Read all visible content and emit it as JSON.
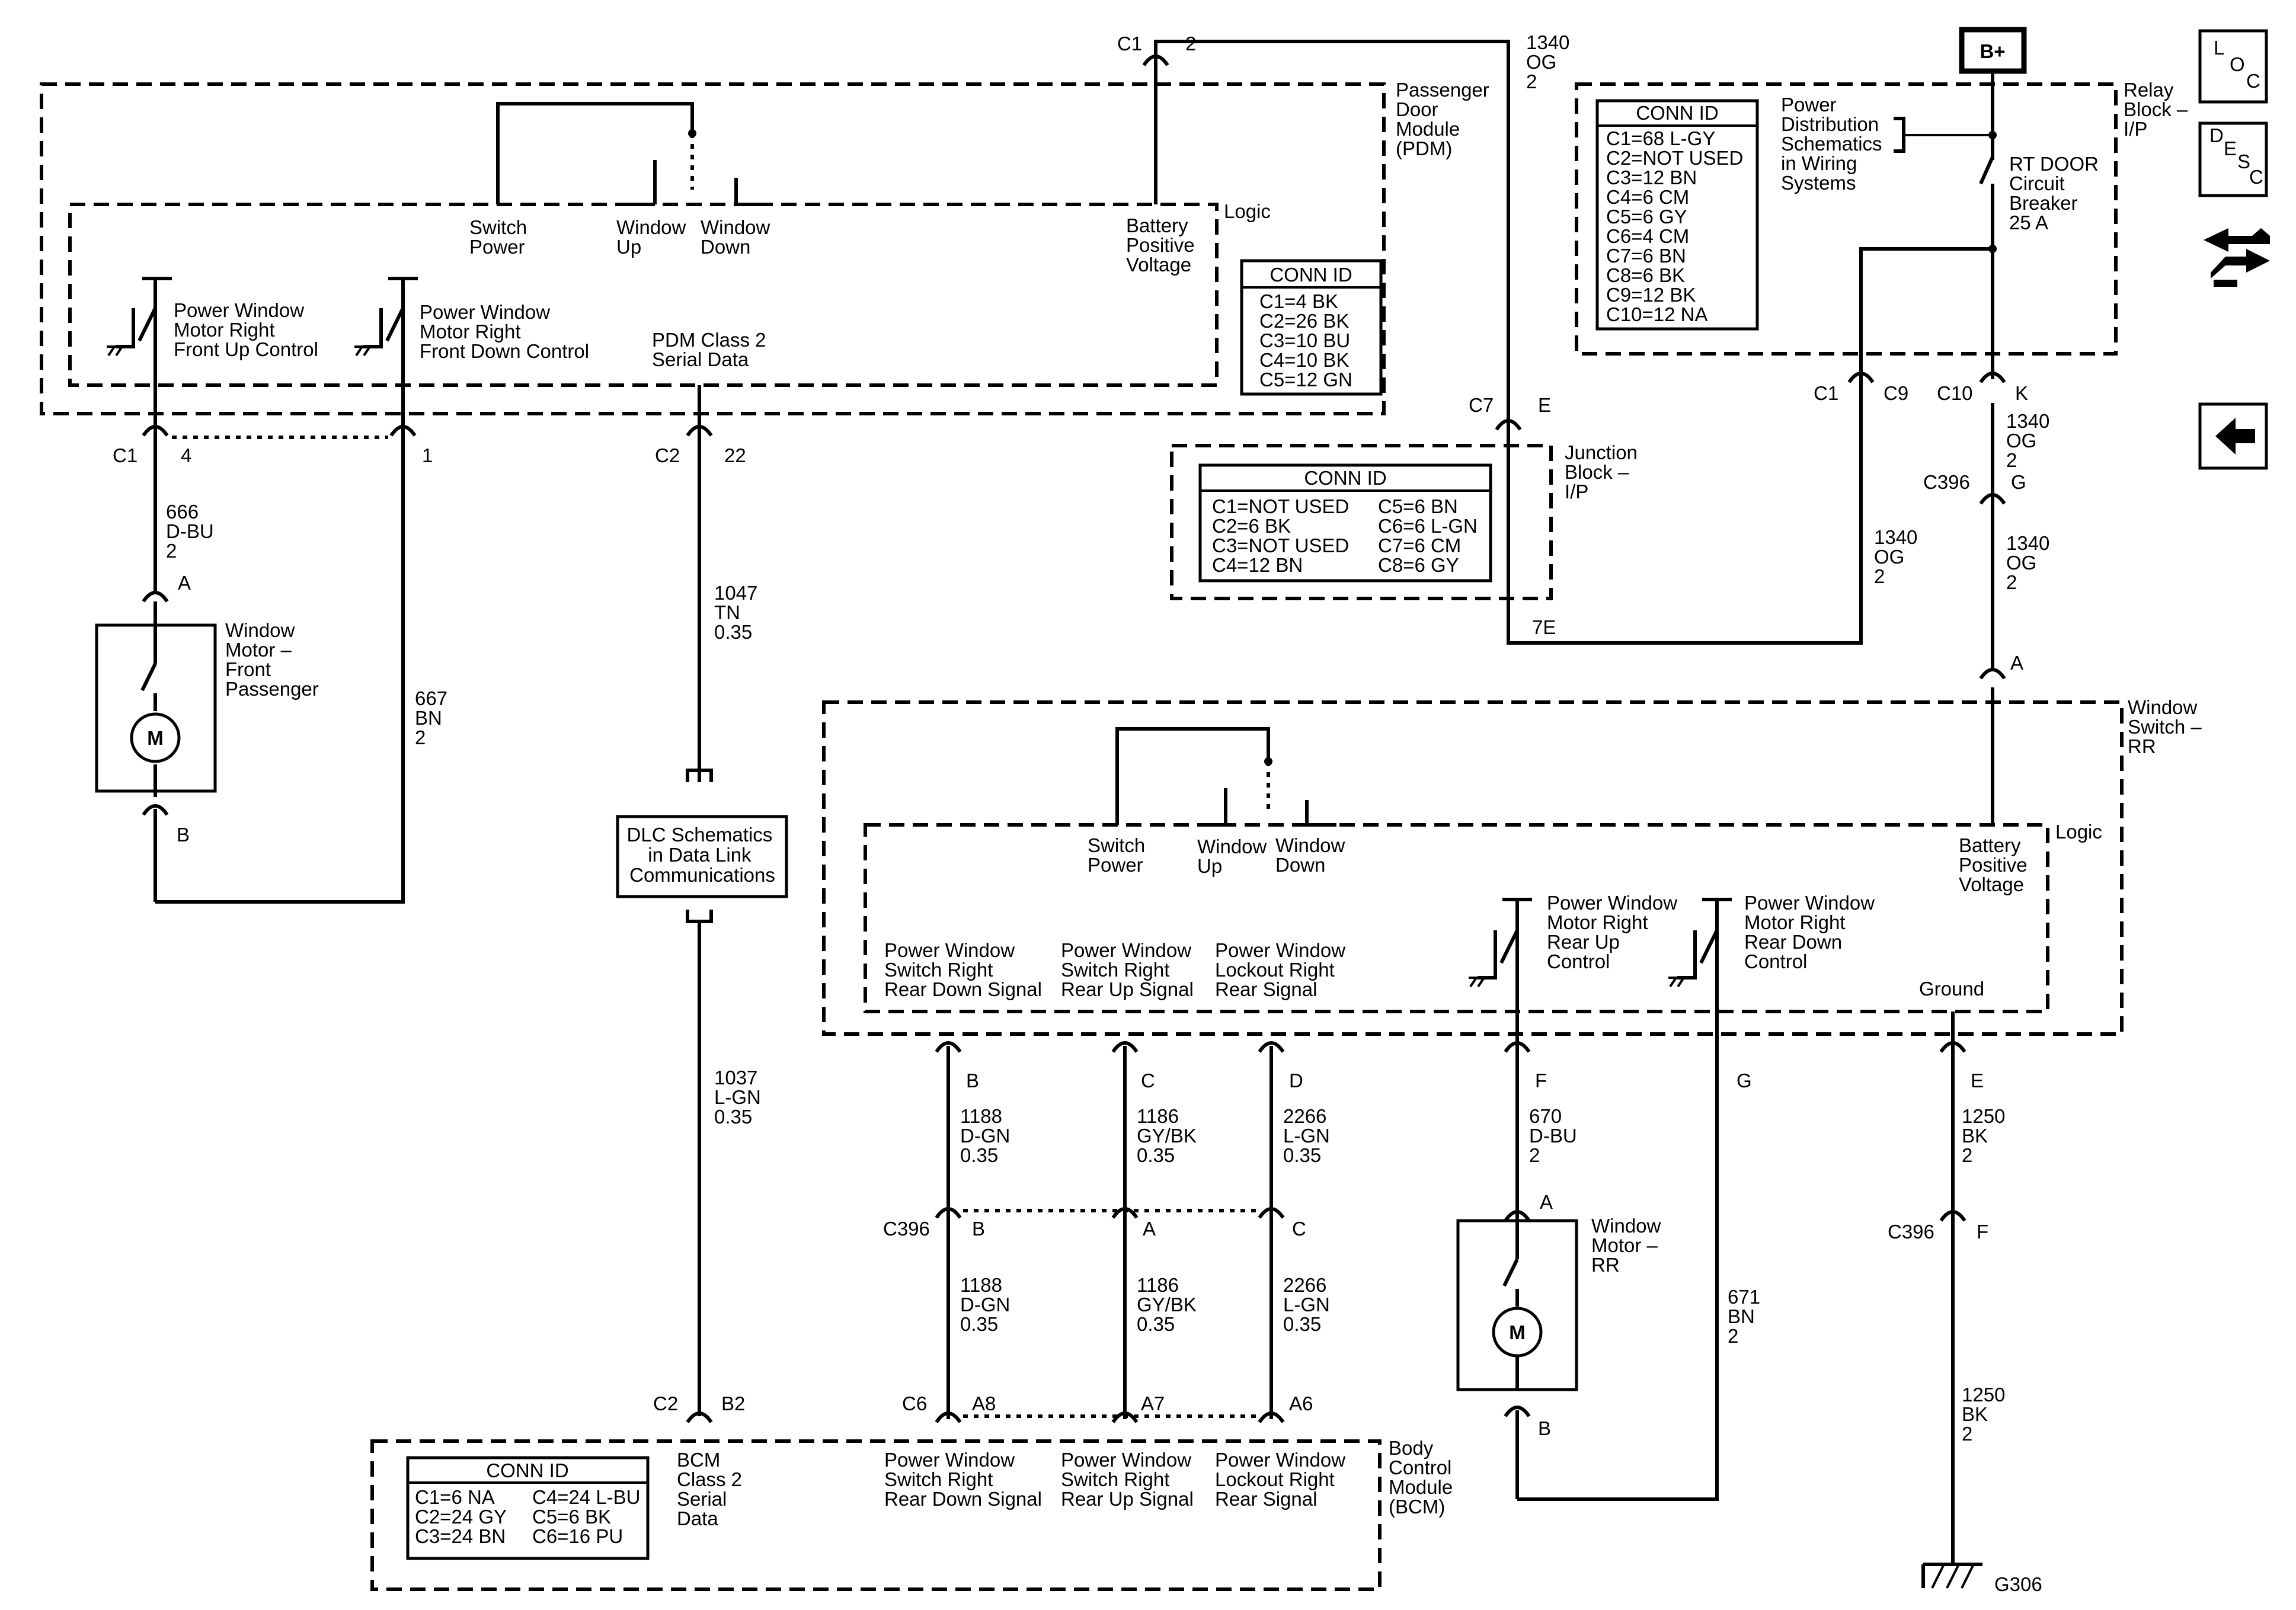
{
  "modules": {
    "pdm": [
      "Passenger",
      "Door",
      "Module",
      "(PDM)"
    ],
    "relay_block": [
      "Relay",
      "Block –",
      "I/P"
    ],
    "junction_block": [
      "Junction",
      "Block –",
      "I/P"
    ],
    "window_switch_rr": [
      "Window",
      "Switch –",
      "RR"
    ],
    "bcm": [
      "Body",
      "Control",
      "Module",
      "(BCM)"
    ],
    "motor_front": [
      "Window",
      "Motor –",
      "Front",
      "Passenger"
    ],
    "motor_rr": [
      "Window",
      "Motor –",
      "RR"
    ]
  },
  "logic_label": "Logic",
  "pdm_logic": {
    "switch_power": [
      "Switch",
      "Power"
    ],
    "window_up": [
      "Window",
      "Up"
    ],
    "window_down": [
      "Window",
      "Down"
    ],
    "battery_positive": [
      "Battery",
      "Positive",
      "Voltage"
    ],
    "up_control": [
      "Power Window",
      "Motor Right",
      "Front Up Control"
    ],
    "down_control": [
      "Power Window",
      "Motor Right",
      "Front Down Control"
    ],
    "class2": [
      "PDM Class 2",
      "Serial Data"
    ]
  },
  "rr_logic": {
    "switch_power": [
      "Switch",
      "Power"
    ],
    "window_up": [
      "Window",
      "Up"
    ],
    "window_down": [
      "Window",
      "Down"
    ],
    "battery_positive": [
      "Battery",
      "Positive",
      "Voltage"
    ],
    "rear_up_control": [
      "Power Window",
      "Motor Right",
      "Rear Up",
      "Control"
    ],
    "rear_down_control": [
      "Power Window",
      "Motor Right",
      "Rear Down",
      "Control"
    ],
    "down_signal": [
      "Power Window",
      "Switch Right",
      "Rear Down Signal"
    ],
    "up_signal": [
      "Power Window",
      "Switch Right",
      "Rear Up Signal"
    ],
    "lockout_signal": [
      "Power Window",
      "Lockout Right",
      "Rear Signal"
    ],
    "ground": "Ground"
  },
  "bcm_signals": {
    "class2": [
      "BCM",
      "Class 2",
      "Serial",
      "Data"
    ],
    "down_signal": [
      "Power Window",
      "Switch Right",
      "Rear Down Signal"
    ],
    "up_signal": [
      "Power Window",
      "Switch Right",
      "Rear Up Signal"
    ],
    "lockout_signal": [
      "Power Window",
      "Lockout Right",
      "Rear Signal"
    ]
  },
  "conn_tables": {
    "pdm": {
      "title": "CONN ID",
      "rows": [
        "C1=4 BK",
        "C2=26 BK",
        "C3=10 BU",
        "C4=10 BK",
        "C5=12 GN"
      ]
    },
    "relay": {
      "title": "CONN ID",
      "rows": [
        "C1=68 L-GY",
        "C2=NOT USED",
        "C3=12 BN",
        "C4=6 CM",
        "C5=6 GY",
        "C6=4 CM",
        "C7=6 BN",
        "C8=6 BK",
        "C9=12 BK",
        "C10=12 NA"
      ]
    },
    "junction": {
      "title": "CONN ID",
      "left": [
        "C1=NOT USED",
        "C2=6 BK",
        "C3=NOT USED",
        "C4=12 BN"
      ],
      "right": [
        "C5=6 BN",
        "C6=6 L-GN",
        "C7=6 CM",
        "C8=6 GY"
      ]
    },
    "bcm": {
      "title": "CONN ID",
      "left": [
        "C1=6 NA",
        "C2=24 GY",
        "C3=24 BN"
      ],
      "right": [
        "C4=24 L-BU",
        "C5=6 BK",
        "C6=16 PU"
      ]
    }
  },
  "power": {
    "b_plus": "B+",
    "distribution": [
      "Power",
      "Distribution",
      "Schematics",
      "in Wiring",
      "Systems"
    ],
    "breaker": [
      "RT DOOR",
      "Circuit",
      "Breaker",
      "25 A"
    ]
  },
  "dlc_box": [
    "DLC Schematics",
    "in Data Link",
    "Communications"
  ],
  "connectors": {
    "c1_top": "C1",
    "pin_2_top": "2",
    "c1_pdm": "C1",
    "pin_4": "4",
    "pin_1": "1",
    "c2_pdm": "C2",
    "pin_22": "22",
    "pin_a_front": "A",
    "pin_b_front": "B",
    "c7": "C7",
    "pin_e_c7": "E",
    "splice_7e": "7E",
    "c1_relay": "C1",
    "c9": "C9",
    "c10": "C10",
    "pin_k": "K",
    "c396_g": "C396",
    "pin_g": "G",
    "pin_a_switch": "A",
    "pin_b_sw": "B",
    "pin_c_sw": "C",
    "pin_d_sw": "D",
    "pin_f_sw": "F",
    "pin_g_sw": "G",
    "pin_e_sw": "E",
    "c396_mid": "C396",
    "pin_b_mid": "B",
    "pin_a_mid": "A",
    "pin_c_mid": "C",
    "pin_a_rr": "A",
    "pin_b_rr": "B",
    "c396_f": "C396",
    "pin_f": "F",
    "c2_bcm": "C2",
    "pin_b2": "B2",
    "c6_bcm": "C6",
    "pin_a8": "A8",
    "pin_a7": "A7",
    "pin_a6": "A6",
    "ground": "G306"
  },
  "wires": {
    "w1340_top": [
      "1340",
      "OG",
      "2"
    ],
    "w666": [
      "666",
      "D-BU",
      "2"
    ],
    "w667": [
      "667",
      "BN",
      "2"
    ],
    "w1047": [
      "1047",
      "TN",
      "0.35"
    ],
    "w1037": [
      "1037",
      "L-GN",
      "0.35"
    ],
    "w1340_c10": [
      "1340",
      "OG",
      "2"
    ],
    "w1340_c9": [
      "1340",
      "OG",
      "2"
    ],
    "w1340_g": [
      "1340",
      "OG",
      "2"
    ],
    "w1188_a": [
      "1188",
      "D-GN",
      "0.35"
    ],
    "w1186_a": [
      "1186",
      "GY/BK",
      "0.35"
    ],
    "w2266_a": [
      "2266",
      "L-GN",
      "0.35"
    ],
    "w1188_b": [
      "1188",
      "D-GN",
      "0.35"
    ],
    "w1186_b": [
      "1186",
      "GY/BK",
      "0.35"
    ],
    "w2266_b": [
      "2266",
      "L-GN",
      "0.35"
    ],
    "w670": [
      "670",
      "D-BU",
      "2"
    ],
    "w671": [
      "671",
      "BN",
      "2"
    ],
    "w1250_e": [
      "1250",
      "BK",
      "2"
    ],
    "w1250_f": [
      "1250",
      "BK",
      "2"
    ]
  },
  "motor_symbol": "M",
  "nav": {
    "loc": [
      "L",
      "O",
      "C"
    ],
    "desc": [
      "D",
      "E",
      "S",
      "C"
    ],
    "icons": [
      "connector-swap-icon",
      "back-arrow-icon"
    ]
  }
}
